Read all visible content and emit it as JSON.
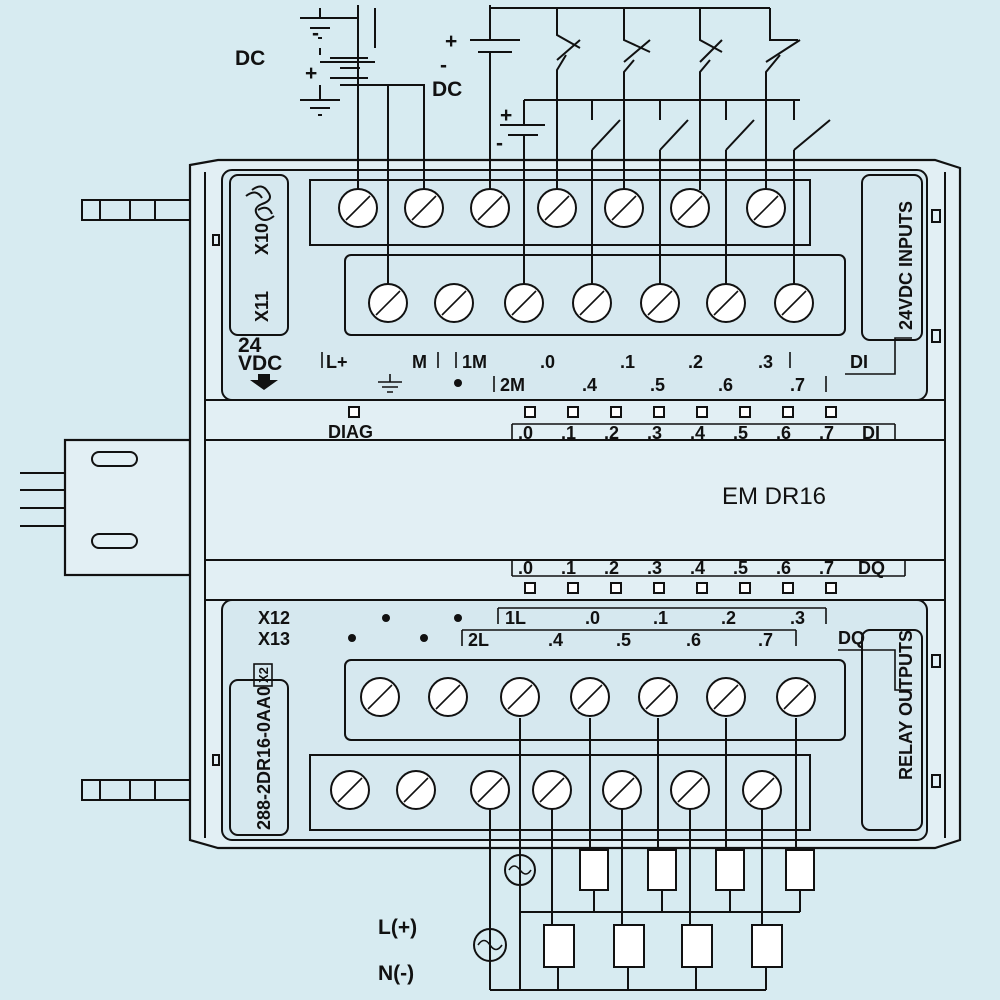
{
  "top_supply": {
    "dc_left_label": "DC",
    "dc_right_label": "DC",
    "plus_sign": "+",
    "minus_sign": "-"
  },
  "connectors": {
    "x10": "X10",
    "x11": "X11",
    "x12": "X12",
    "x13": "X13"
  },
  "power_terminals": {
    "voltage_line1": "24",
    "voltage_line2": "VDC",
    "l_plus": "L+",
    "m": "M"
  },
  "input_terminals": {
    "row1_common": "1M",
    "row1": [
      ".0",
      ".1",
      ".2",
      ".3"
    ],
    "row2_common": "2M",
    "row2": [
      ".4",
      ".5",
      ".6",
      ".7"
    ],
    "group_label": "DI",
    "side_label": "24VDC INPUTS"
  },
  "status_leds": {
    "diag_label": "DIAG",
    "di_labels": [
      ".0",
      ".1",
      ".2",
      ".3",
      ".4",
      ".5",
      ".6",
      ".7"
    ],
    "di_suffix": "DI",
    "dq_labels": [
      ".0",
      ".1",
      ".2",
      ".3",
      ".4",
      ".5",
      ".6",
      ".7"
    ],
    "dq_suffix": "DQ"
  },
  "module_name": "EM DR16",
  "output_terminals": {
    "row1_common": "1L",
    "row1": [
      ".0",
      ".1",
      ".2",
      ".3"
    ],
    "row2_common": "2L",
    "row2": [
      ".4",
      ".5",
      ".6",
      ".7"
    ],
    "group_label": "DQ",
    "side_label": "RELAY OUTPUTS"
  },
  "order_number": "288-2DR16-0AA0",
  "version_mark": "X2",
  "ac_supply": {
    "line_label": "L(+)",
    "neutral_label": "N(-)"
  }
}
